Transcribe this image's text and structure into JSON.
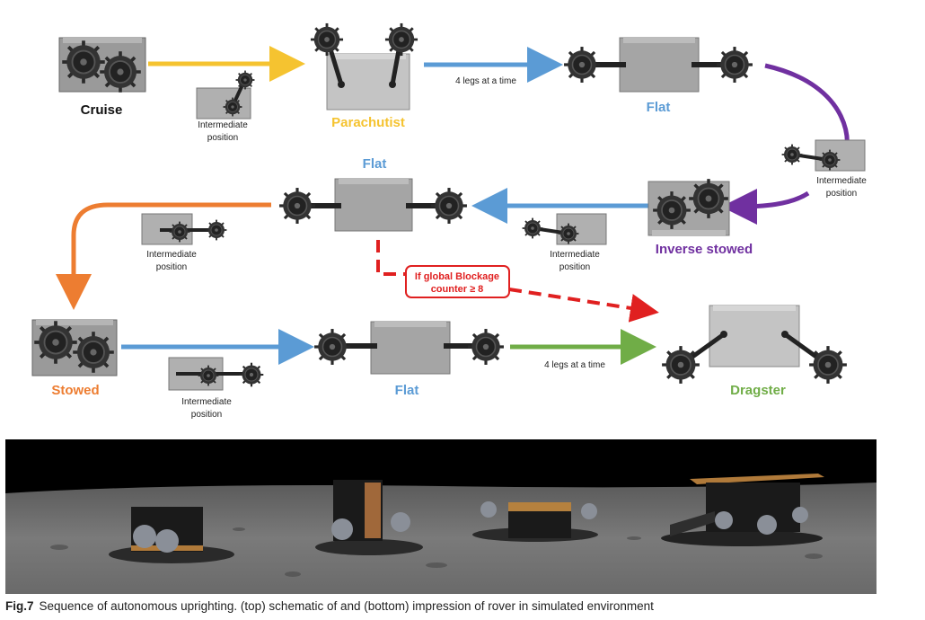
{
  "states": {
    "cruise": "Cruise",
    "parachutist": "Parachutist",
    "flat_top": "Flat",
    "inverse_stowed": "Inverse stowed",
    "flat_middle": "Flat",
    "stowed": "Stowed",
    "flat_bottom": "Flat",
    "dragster": "Dragster"
  },
  "intermediate": {
    "line1": "Intermediate",
    "line2": "position"
  },
  "transitions": {
    "legs_top": "4 legs at a time",
    "legs_bottom": "4 legs at a time",
    "condition_line1": "If global Blockage",
    "condition_line2": "counter ≥ 8"
  },
  "caption": {
    "fig": "Fig.7",
    "text": "Sequence of autonomous uprighting. (top) schematic of and (bottom) impression of rover in simulated environment"
  },
  "colors": {
    "cruise": "#111111",
    "parachutist": "#f5c330",
    "flat": "#5b9bd5",
    "inverse_stowed": "#7030a0",
    "stowed": "#ed7d31",
    "dragster": "#70ad47",
    "condition": "#e02020"
  }
}
